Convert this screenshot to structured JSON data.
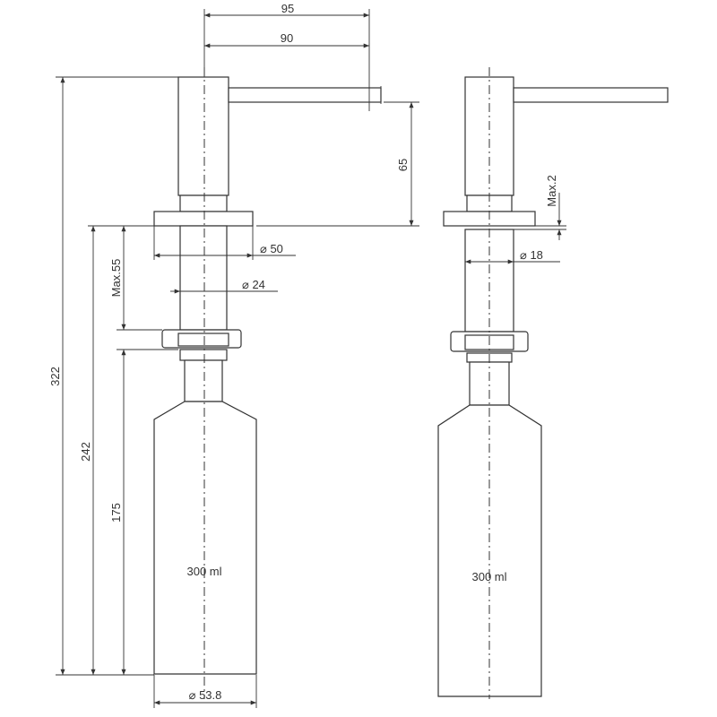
{
  "dimensions": {
    "d95": "95",
    "d90": "90",
    "d65": "65",
    "d322": "322",
    "d242": "242",
    "d175": "175",
    "max55": "Max.55",
    "max2": "Max.2",
    "dia50": "50",
    "dia24": "24",
    "dia18": "18",
    "dia53_8": "53.8"
  },
  "labels": {
    "capacity_left": "300 ml",
    "capacity_right": "300 ml"
  },
  "symbols": {
    "diameter": "⌀"
  }
}
